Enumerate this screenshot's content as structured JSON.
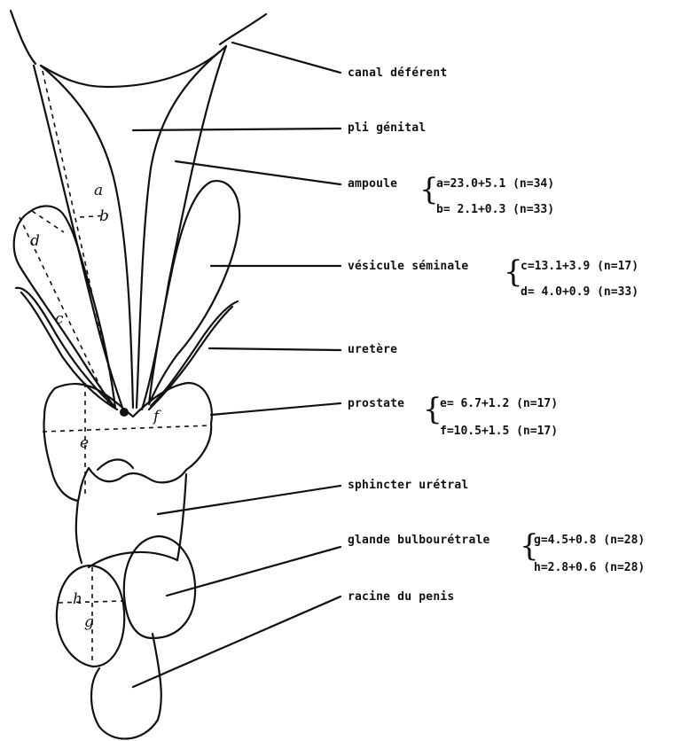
{
  "labels": {
    "canal": "canal déférent",
    "pli": "pli génital",
    "ampoule": "ampoule",
    "vesicule": "vésicule séminale",
    "uretere": "uretère",
    "prostate": "prostate",
    "sphincter": "sphincter urétral",
    "glande": "glande bulbourétrale",
    "racine": "racine du penis"
  },
  "measurements": {
    "ampoule": [
      "a=23.0+5.1 (n=34)",
      "b= 2.1+0.3 (n=33)"
    ],
    "vesicule": [
      "c=13.1+3.9 (n=17)",
      "d= 4.0+0.9 (n=33)"
    ],
    "prostate": [
      "e= 6.7+1.2 (n=17)",
      "f=10.5+1.5 (n=17)"
    ],
    "glande": [
      "g=4.5+0.8 (n=28)",
      "h=2.8+0.6 (n=28)"
    ]
  },
  "letters": {
    "a": "a",
    "b": "b",
    "c": "c",
    "d": "d",
    "e": "e",
    "f": "f",
    "g": "g",
    "h": "h"
  },
  "brace_glyph": "{"
}
